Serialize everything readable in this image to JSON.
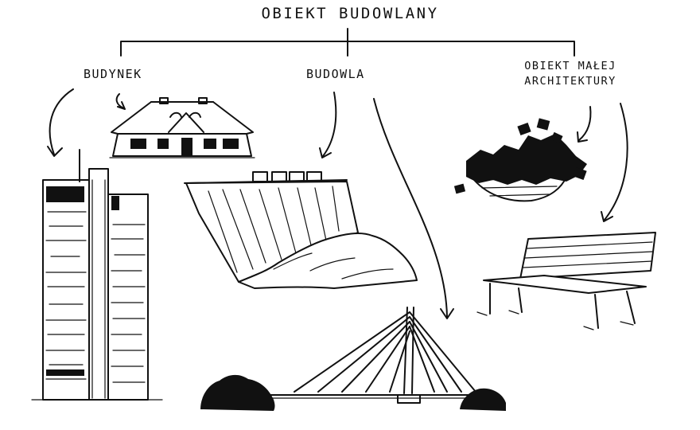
{
  "diagram": {
    "root_label": "OBIEKT BUDOWLANY",
    "categories": [
      {
        "label": "BUDYNEK"
      },
      {
        "label": "BUDOWLA"
      },
      {
        "label_lines": [
          "OBIEKT MAŁEJ",
          "ARCHITEKTURY"
        ]
      }
    ],
    "ink_color": "#111111",
    "background_color": "#ffffff"
  }
}
